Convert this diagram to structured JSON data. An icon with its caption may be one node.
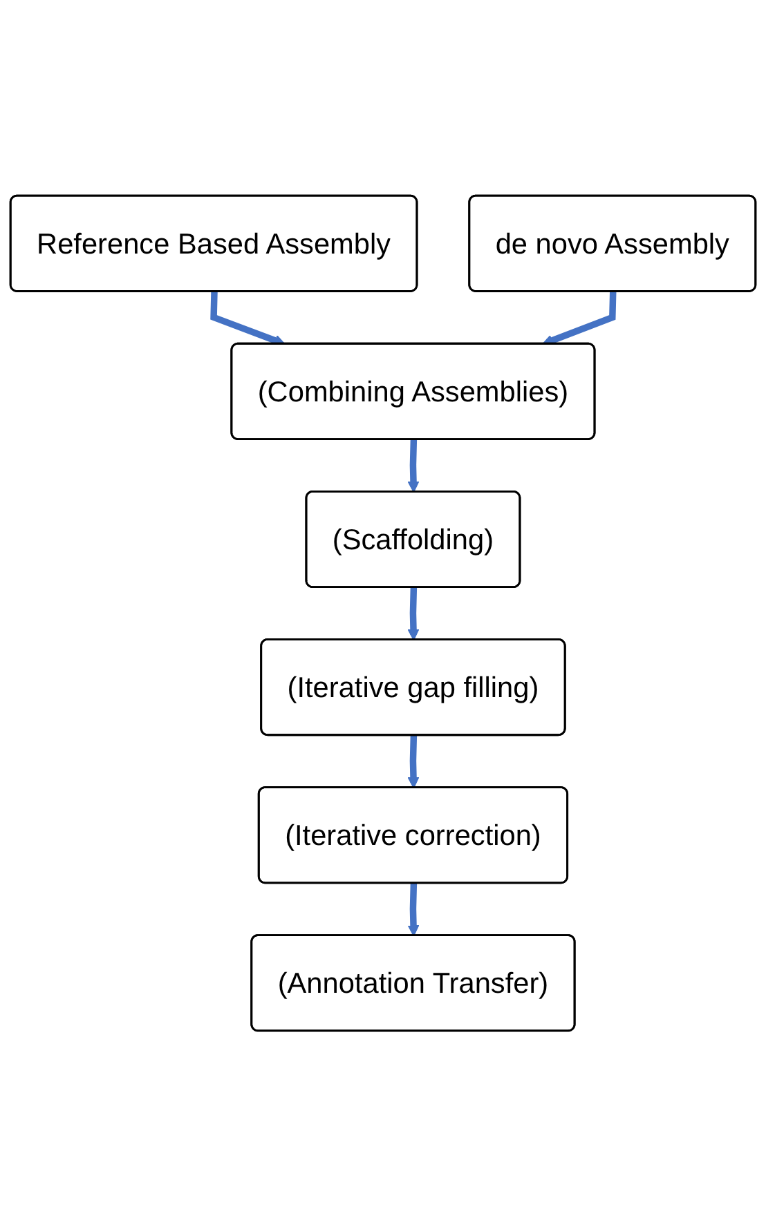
{
  "diagram": {
    "nodes": [
      {
        "text": [
          "Reference Based Assembly"
        ]
      },
      {
        "text": [
          "de novo Assembly"
        ]
      },
      {
        "text": [
          "(Combining Assemblies)"
        ]
      },
      {
        "text": [
          "(Scaffolding)"
        ]
      },
      {
        "text": [
          "(Iterative gap filling)"
        ]
      },
      {
        "text": [
          "(Iterative correction)"
        ]
      },
      {
        "text": [
          "(Annotation Transfer)"
        ]
      }
    ],
    "edges": [
      {
        "from": 0,
        "to": 2,
        "arrow": "to"
      },
      {
        "from": 1,
        "to": 2,
        "arrow": "to"
      },
      {
        "from": 2,
        "to": 3,
        "arrow": "to"
      },
      {
        "from": 3,
        "to": 4,
        "arrow": "to"
      },
      {
        "from": 4,
        "to": 5,
        "arrow": "to"
      },
      {
        "from": 5,
        "to": 6,
        "arrow": "to"
      }
    ]
  }
}
